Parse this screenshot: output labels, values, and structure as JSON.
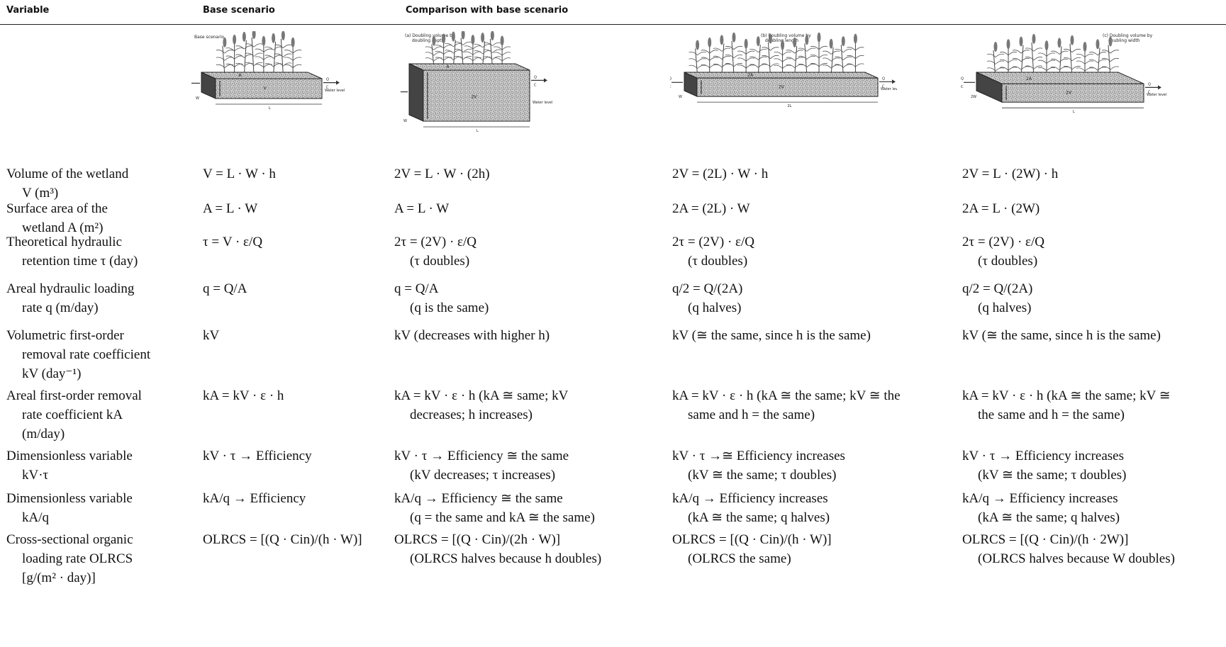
{
  "headers": {
    "variable": "Variable",
    "base": "Base scenario",
    "comparison": "Comparison with base scenario"
  },
  "figures": {
    "base": {
      "title": "Base scenario"
    },
    "a": {
      "title_1": "(a) Doubling volume by",
      "title_2": "doubling depth"
    },
    "b": {
      "title_1": "(b) Doubling volume by",
      "title_2": "doubling length"
    },
    "c": {
      "title_1": "(c) Doubling volume by",
      "title_2": "doubling width"
    },
    "labels": {
      "water_level": "Water level",
      "A": "A",
      "V": "V",
      "A2": "2A",
      "V2": "2V",
      "L": "L",
      "L2": "2L",
      "W": "W",
      "W2": "2W",
      "Qin": "Q",
      "Cin": "C",
      "Qout": "Q",
      "Cout": "C"
    }
  },
  "rows": [
    {
      "variable": [
        "Volume of the wetland",
        "V (m³)"
      ],
      "base": [
        "V = L · W · h"
      ],
      "a": [
        "2V = L · W · (2h)"
      ],
      "b": [
        "2V = (2L) · W · h"
      ],
      "c": [
        "2V = L · (2W) · h"
      ]
    },
    {
      "variable": [
        "Surface area of the",
        "wetland A (m²)"
      ],
      "base": [
        "A = L · W"
      ],
      "a": [
        "A = L · W"
      ],
      "b": [
        "2A = (2L) · W"
      ],
      "c": [
        "2A = L · (2W)"
      ]
    },
    {
      "variable": [
        "Theoretical hydraulic",
        "retention time τ (day)"
      ],
      "base": [
        "τ = V · ε/Q"
      ],
      "a": [
        "2τ = (2V) · ε/Q",
        "(τ doubles)"
      ],
      "b": [
        "2τ = (2V) · ε/Q",
        "(τ doubles)"
      ],
      "c": [
        "2τ = (2V) · ε/Q",
        "(τ doubles)"
      ]
    },
    {
      "variable": [
        "Areal hydraulic loading",
        "rate q (m/day)"
      ],
      "base": [
        "q = Q/A"
      ],
      "a": [
        "q = Q/A",
        "(q is the same)"
      ],
      "b": [
        "q/2 = Q/(2A)",
        "(q halves)"
      ],
      "c": [
        "q/2 = Q/(2A)",
        "(q halves)"
      ]
    },
    {
      "variable": [
        "Volumetric first-order",
        "removal rate coefficient",
        "kV (day⁻¹)"
      ],
      "base": [
        "kV"
      ],
      "a": [
        "kV (decreases with higher h)"
      ],
      "b": [
        "kV (≅ the same, since h is the same)"
      ],
      "c": [
        "kV (≅ the same, since h is the same)"
      ]
    },
    {
      "variable": [
        "Areal first-order removal",
        "rate coefficient kA",
        "(m/day)"
      ],
      "base": [
        "kA = kV · ε · h"
      ],
      "a": [
        "kA = kV · ε · h (kA ≅ same; kV",
        "decreases; h increases)"
      ],
      "b": [
        "kA = kV · ε · h (kA ≅ the same; kV ≅ the",
        "same and h = the same)"
      ],
      "c": [
        "kA = kV · ε · h (kA ≅ the same; kV ≅",
        "the same and h = the same)"
      ]
    },
    {
      "variable": [
        "Dimensionless variable",
        "kV·τ"
      ],
      "base": [
        "kV · τ → Efficiency"
      ],
      "a": [
        "kV · τ → Efficiency ≅ the same",
        "(kV decreases; τ increases)"
      ],
      "b": [
        "kV · τ →≅ Efficiency increases",
        "(kV ≅ the same; τ doubles)"
      ],
      "c": [
        "kV · τ → Efficiency increases",
        "(kV ≅ the same; τ doubles)"
      ]
    },
    {
      "variable": [
        "Dimensionless variable",
        "kA/q"
      ],
      "base": [
        "kA/q → Efficiency"
      ],
      "a": [
        "kA/q → Efficiency ≅ the same",
        "(q = the same and kA ≅ the same)"
      ],
      "b": [
        "kA/q → Efficiency increases",
        "(kA ≅ the same; q halves)"
      ],
      "c": [
        "kA/q → Efficiency increases",
        "(kA ≅ the same; q halves)"
      ]
    },
    {
      "variable": [
        "Cross-sectional organic",
        "loading rate OLRCS",
        "[g/(m² · day)]"
      ],
      "base": [
        "OLRCS = [(Q · Cin)/(h · W)]"
      ],
      "a": [
        "OLRCS = [(Q · Cin)/(2h · W)]",
        "(OLRCS halves because h doubles)"
      ],
      "b": [
        "OLRCS = [(Q · Cin)/(h · W)]",
        "(OLRCS the same)"
      ],
      "c": [
        "OLRCS = [(Q · Cin)/(h · 2W)]",
        "(OLRCS halves because W doubles)"
      ]
    }
  ]
}
